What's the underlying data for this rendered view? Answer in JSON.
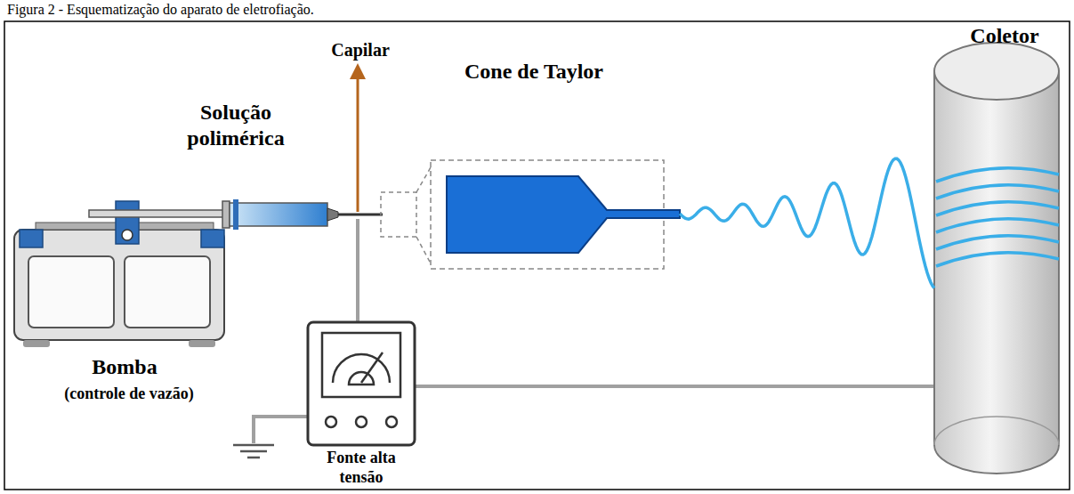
{
  "diagram": {
    "title": "Figura 2 - Esquematização do aparato de eletrofiação.",
    "labels": [
      "Capilar",
      "Solução polimérica",
      "Cone de Taylor",
      "Coletor",
      "Bomba",
      "(controle de vazão)",
      "Fonte alta tensão"
    ]
  }
}
